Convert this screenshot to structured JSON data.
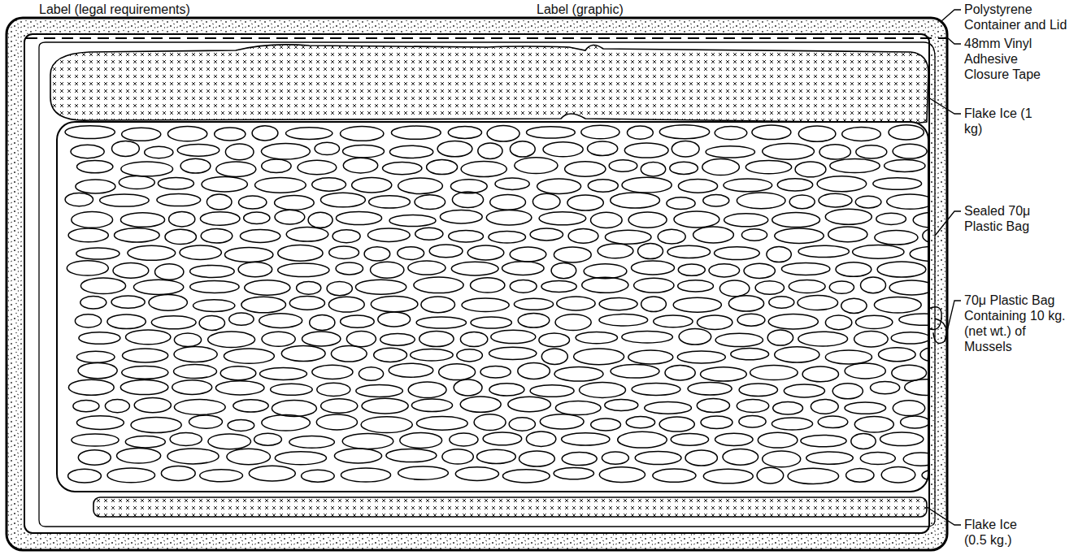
{
  "diagram": {
    "labels": [
      "Label (legal requirements)",
      "Label (graphic)",
      "Polystyrene Container and Lid",
      "48mm Vinyl Adhesive Closure Tape",
      "Flake Ice (1 kg)",
      "Sealed 70μ Plastic Bag",
      "70μ Plastic Bag Containing 10 kg.(net wt.) of Mussels",
      "Flake Ice (0.5 kg.)"
    ]
  }
}
